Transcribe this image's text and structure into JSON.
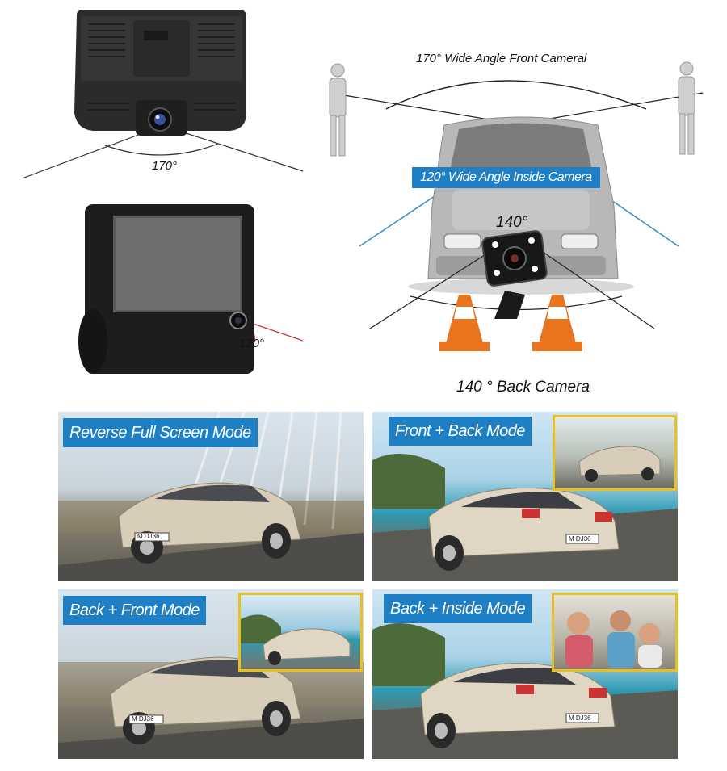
{
  "diagram": {
    "front_angle": "170°",
    "inside_angle": "120°",
    "front_camera_label": "170° Wide Angle Front Cameral",
    "inside_camera_label": "120° Wide Angle Inside Camera",
    "back_angle": "140°",
    "back_camera_label": "140 ° Back Camera"
  },
  "plate_text": "M DJ36",
  "modes": [
    {
      "label": "Reverse Full Screen Mode"
    },
    {
      "label": "Front + Back Mode"
    },
    {
      "label": "Back + Front Mode"
    },
    {
      "label": "Back + Inside Mode"
    }
  ]
}
